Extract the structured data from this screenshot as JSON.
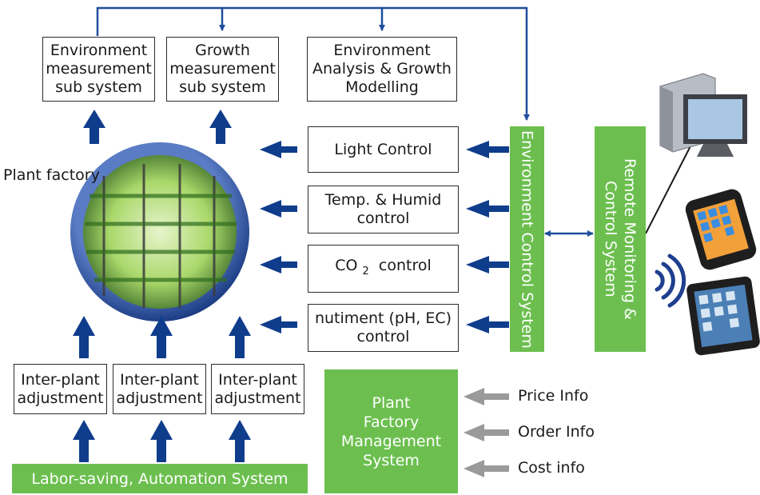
{
  "labels": {
    "env_measure": "Environment\nmeasurement\nsub system",
    "growth_measure": "Growth\nmeasurement\nsub system",
    "env_analysis": "Environment\nAnalysis & Growth\nModelling",
    "plant_factory": "Plant factory",
    "light": "Light Control",
    "temp": "Temp. & Humid\ncontrol",
    "co2_prefix": "CO",
    "co2_sub": "2",
    "co2_suffix": "control",
    "nutrient": "nutiment (pH, EC)\ncontrol",
    "env_control": "Environment Control System",
    "remote": "Remote Monitoring &\nControl System",
    "inter_plant": [
      "Inter-plant\nadjustment",
      "Inter-plant\nadjustment",
      "Inter-plant\nadjustment"
    ],
    "labor": "Labor-saving, Automation System",
    "mgmt": "Plant\nFactory\nManagement\nSystem",
    "price": "Price Info",
    "order": "Order Info",
    "cost": "Cost info"
  },
  "colors": {
    "green": "#6cbf4f",
    "arrow_blue": "#0f3d8c",
    "arrow_gray": "#9a9a9a",
    "line_blue": "#1f4e9c"
  },
  "icons": [
    "desktop-computer-icon",
    "smartphone-icon",
    "tablet-icon",
    "wireless-signal-icon"
  ]
}
